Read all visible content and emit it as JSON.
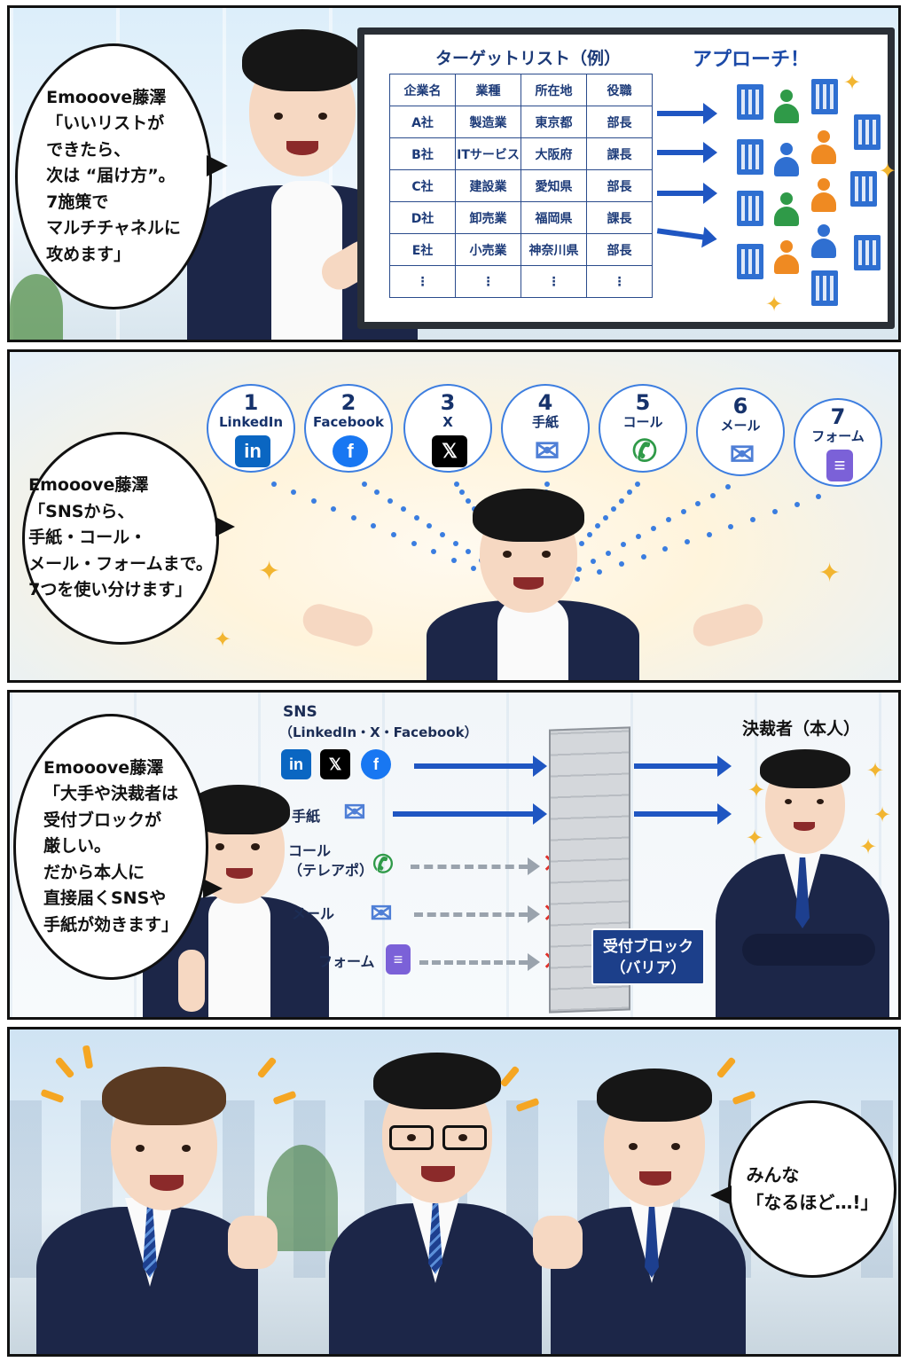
{
  "panel1": {
    "speech": "Emooove藤澤\n「いいリストが\nできたら、\n次は “届け方”。\n7施策で\nマルチチャネルに\n攻めます」",
    "board_title": "ターゲットリスト（例）",
    "approach": "アプローチ！",
    "table": {
      "headers": [
        "企業名",
        "業種",
        "所在地",
        "役職"
      ],
      "rows": [
        [
          "A社",
          "製造業",
          "東京都",
          "部長"
        ],
        [
          "B社",
          "ITサービス",
          "大阪府",
          "課長"
        ],
        [
          "C社",
          "建設業",
          "愛知県",
          "部長"
        ],
        [
          "D社",
          "卸売業",
          "福岡県",
          "課長"
        ],
        [
          "E社",
          "小売業",
          "神奈川県",
          "部長"
        ],
        [
          "⋮",
          "⋮",
          "⋮",
          "⋮"
        ]
      ]
    }
  },
  "panel2": {
    "speech": "Emooove藤澤\n「SNSから、\n手紙・コール・\nメール・フォームまで。\n7つを使い分けます」",
    "channels": [
      {
        "num": "1",
        "label": "LinkedIn",
        "icon": "linkedin-icon",
        "glyph": "in",
        "color": "#0a66c2"
      },
      {
        "num": "2",
        "label": "Facebook",
        "icon": "facebook-icon",
        "glyph": "f",
        "color": "#1877f2"
      },
      {
        "num": "3",
        "label": "X",
        "icon": "x-icon",
        "glyph": "𝕏",
        "color": "#000000"
      },
      {
        "num": "4",
        "label": "手紙",
        "icon": "letter-icon",
        "glyph": "✉",
        "color": "#4f7fd6"
      },
      {
        "num": "5",
        "label": "コール",
        "icon": "phone-icon",
        "glyph": "✆",
        "color": "#2f9a48"
      },
      {
        "num": "6",
        "label": "メール",
        "icon": "mail-icon",
        "glyph": "✉",
        "color": "#4f7fd6"
      },
      {
        "num": "7",
        "label": "フォーム",
        "icon": "form-icon",
        "glyph": "≡",
        "color": "#7b61d8"
      }
    ]
  },
  "panel3": {
    "speech": "Emooove藤澤\n「大手や決裁者は\n受付ブロックが\n厳しい。\nだから本人に\n直接届くSNSや\n手紙が効きます」",
    "sns_label": "SNS",
    "sns_sub": "（LinkedIn・X・Facebook）",
    "letter_label": "手紙",
    "call_label": "コール\n（テレアポ）",
    "mail_label": "メール",
    "form_label": "フォーム",
    "barrier_label": "受付ブロック\n（バリア）",
    "decision_maker": "決裁者（本人）",
    "x_mark": "✕"
  },
  "panel4": {
    "speech": "みんな\n「なるほど…!」"
  },
  "colors": {
    "accent": "#1f56c2",
    "navy": "#1c2648",
    "spark": "#f2b531",
    "cross": "#e0312b"
  }
}
